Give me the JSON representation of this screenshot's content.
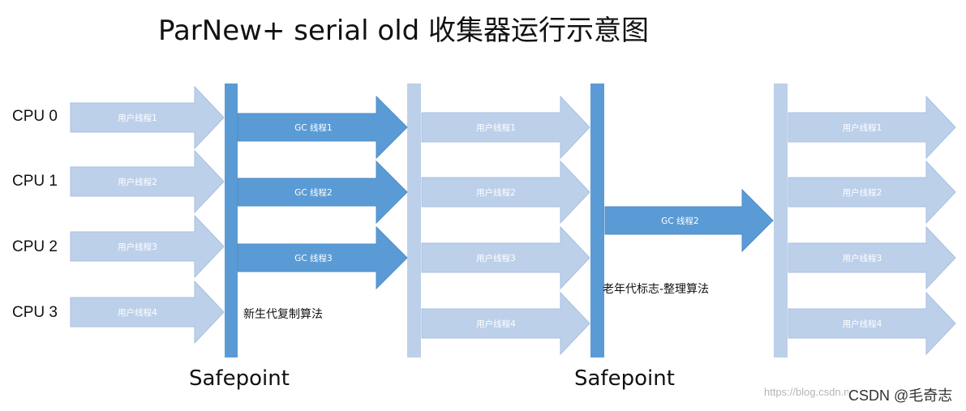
{
  "title": "ParNew+ serial old 收集器运行示意图",
  "cpus": [
    "CPU 0",
    "CPU 1",
    "CPU 2",
    "CPU 3"
  ],
  "user_threads": [
    "用户线程1",
    "用户线程2",
    "用户线程3",
    "用户线程4"
  ],
  "gc_threads": [
    "GC 线程1",
    "GC 线程2",
    "GC 线程3"
  ],
  "old_gc_thread": "GC 线程2",
  "safepoints": [
    "Safepoint",
    "Safepoint"
  ],
  "algorithms": {
    "young": "新生代复制算法",
    "old": "老年代标志-整理算法"
  },
  "watermark": "https://blog.csdn.net/",
  "brand": "CSDN @毛奇志",
  "colors": {
    "user_fill": "#bdd0ea",
    "user_stroke": "#a7bfe0",
    "gc_fill": "#5b9bd5",
    "gc_stroke": "#4f8dc8",
    "bar_dark": "#5b9bd5",
    "bar_light": "#bdd0ea"
  }
}
